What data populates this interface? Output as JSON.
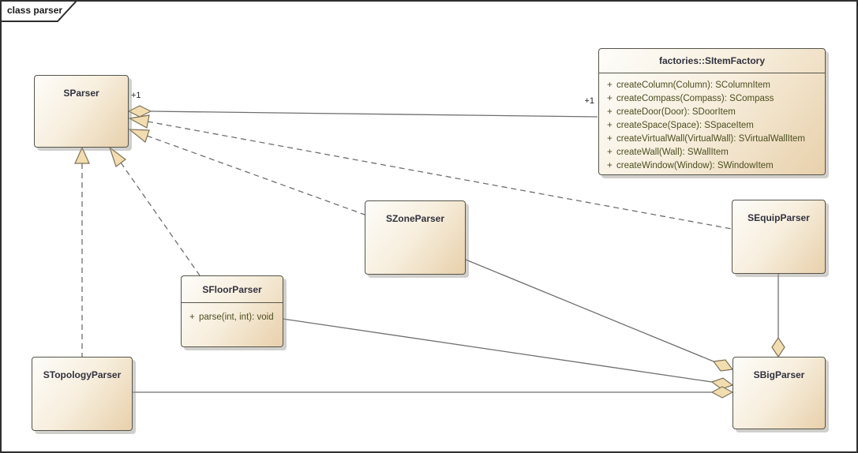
{
  "frame": {
    "label": "class parser"
  },
  "classes": [
    {
      "name": "SParser"
    },
    {
      "name": "factories::SItemFactory",
      "methods": [
        {
          "visibility": "+",
          "signature": "createColumn(Column): SColumnItem"
        },
        {
          "visibility": "+",
          "signature": "createCompass(Compass): SCompass"
        },
        {
          "visibility": "+",
          "signature": "createDoor(Door): SDoorItem"
        },
        {
          "visibility": "+",
          "signature": "createSpace(Space): SSpaceItem"
        },
        {
          "visibility": "+",
          "signature": "createVirtualWall(VirtualWall): SVirtualWallItem"
        },
        {
          "visibility": "+",
          "signature": "createWall(Wall): SWallItem"
        },
        {
          "visibility": "+",
          "signature": "createWindow(Window): SWindowItem"
        }
      ]
    },
    {
      "name": "SZoneParser"
    },
    {
      "name": "SEquipParser"
    },
    {
      "name": "SFloorParser",
      "methods": [
        {
          "visibility": "+",
          "signature": "parse(int, int): void"
        }
      ]
    },
    {
      "name": "STopologyParser"
    },
    {
      "name": "SBigParser"
    }
  ],
  "connector_labels": {
    "sparser_end_multiplicity": "+1",
    "factory_end_multiplicity": "+1"
  },
  "colors": {
    "box_fill_light": "#fefdfa",
    "box_fill_dark": "#e8d0ab",
    "box_border": "#55544a",
    "arrow_fill": "#f2ddb0",
    "arrow_stroke": "#7d7258",
    "line": "#6f6f6f",
    "class_name_text": "#32323e",
    "member_text": "#4b4e20",
    "frame_border": "#2e2e2e"
  }
}
